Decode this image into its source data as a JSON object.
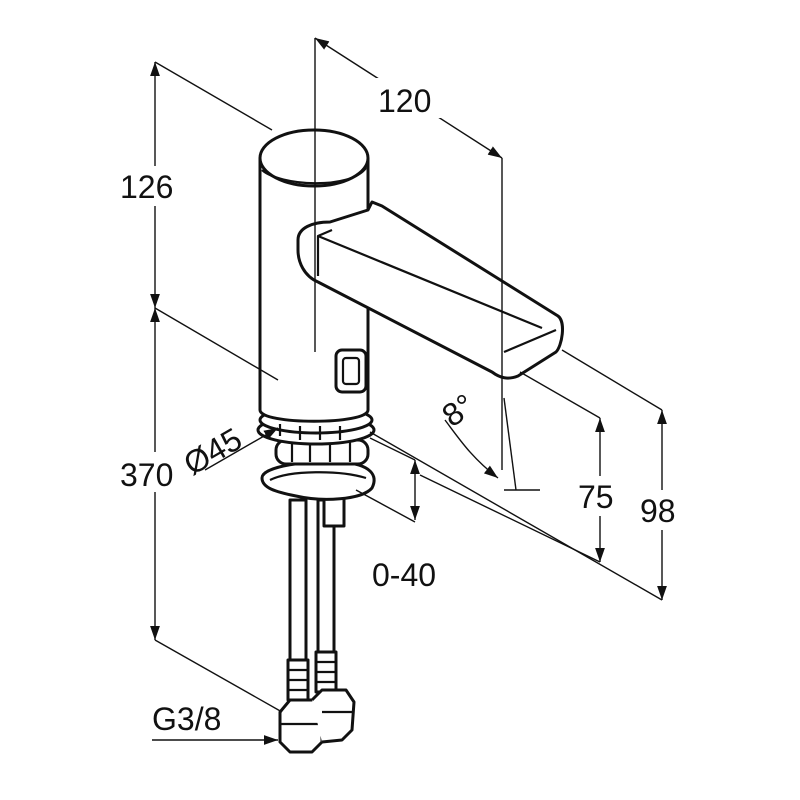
{
  "dimensions": {
    "height_top": "126",
    "spout_length": "120",
    "height_total": "370",
    "diameter": "Ø45",
    "angle": "8°",
    "adjust_range": "0-40",
    "spout_height": "75",
    "body_height": "98",
    "thread": "G3/8"
  },
  "colors": {
    "line": "#111111",
    "background": "#ffffff"
  }
}
